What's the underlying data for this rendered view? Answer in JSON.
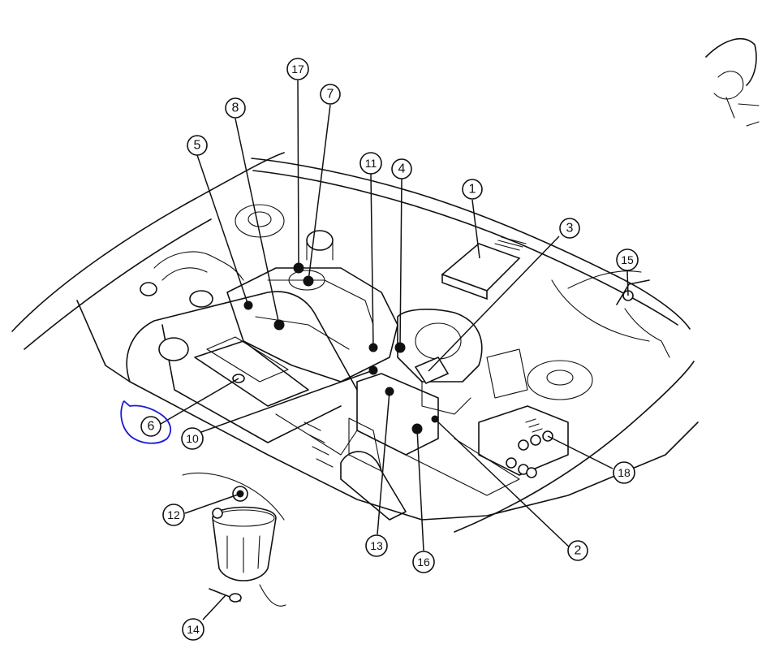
{
  "callouts": [
    {
      "id": "1",
      "label": "1"
    },
    {
      "id": "2",
      "label": "2"
    },
    {
      "id": "3",
      "label": "3"
    },
    {
      "id": "4",
      "label": "4"
    },
    {
      "id": "5",
      "label": "5"
    },
    {
      "id": "6",
      "label": "6"
    },
    {
      "id": "7",
      "label": "7"
    },
    {
      "id": "8",
      "label": "8"
    },
    {
      "id": "10",
      "label": "10"
    },
    {
      "id": "11",
      "label": "11"
    },
    {
      "id": "12",
      "label": "12"
    },
    {
      "id": "13",
      "label": "13"
    },
    {
      "id": "14",
      "label": "14"
    },
    {
      "id": "15",
      "label": "15"
    },
    {
      "id": "16",
      "label": "16"
    },
    {
      "id": "17",
      "label": "17"
    },
    {
      "id": "18",
      "label": "18"
    }
  ],
  "highlight": {
    "target": "6",
    "color": "#1a1ad6"
  },
  "ink_color": "#111111"
}
